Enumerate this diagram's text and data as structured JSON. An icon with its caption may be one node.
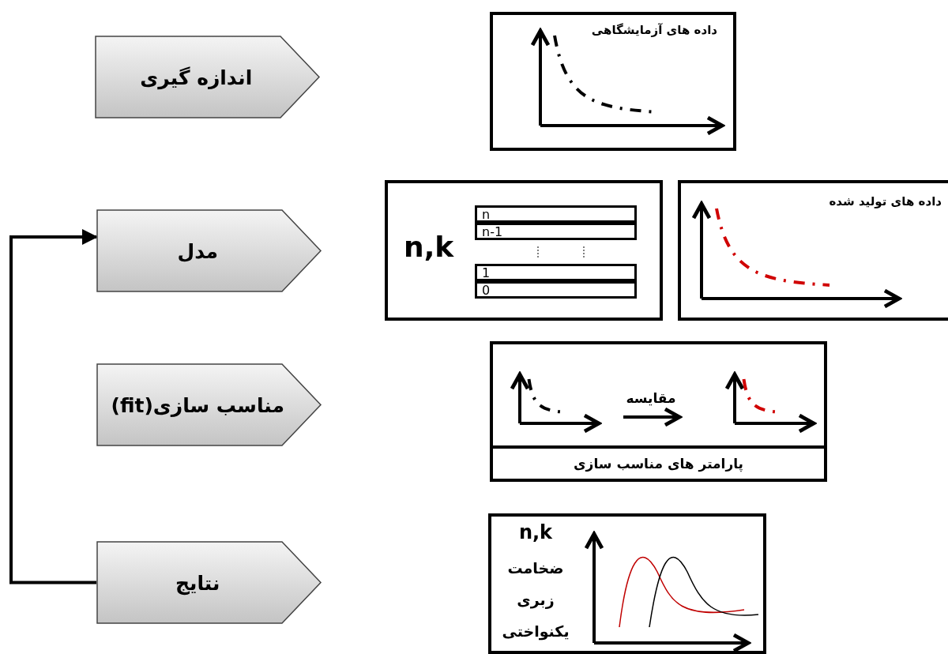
{
  "diagram": {
    "nodes": [
      {
        "text": [
          "اندازه گیری"
        ]
      },
      {
        "text": [
          "مدل"
        ]
      },
      {
        "text": [
          "مناسب سازی(fit)"
        ]
      },
      {
        "text": [
          "نتایج"
        ]
      },
      {
        "text": [
          "داده های آزمایشگاهی"
        ]
      },
      {
        "text": [
          "n,k"
        ]
      },
      {
        "text": [
          "n"
        ],
        "in": 5
      },
      {
        "text": [
          "n-1"
        ],
        "in": 5
      },
      {
        "text": [
          "1"
        ],
        "in": 5
      },
      {
        "text": [
          "0"
        ],
        "in": 5
      },
      {
        "text": [
          "داده های تولید شده"
        ]
      },
      {
        "text": [
          "مقایسه"
        ]
      },
      {
        "text": [
          "پارامتر های مناسب سازی"
        ],
        "in": 11
      },
      {
        "text": [
          "n,k",
          "ضخامت",
          "زبری",
          "یکنواختی"
        ]
      }
    ],
    "edges": [
      {
        "from": 3,
        "to": 1,
        "arrow": "to"
      }
    ]
  }
}
